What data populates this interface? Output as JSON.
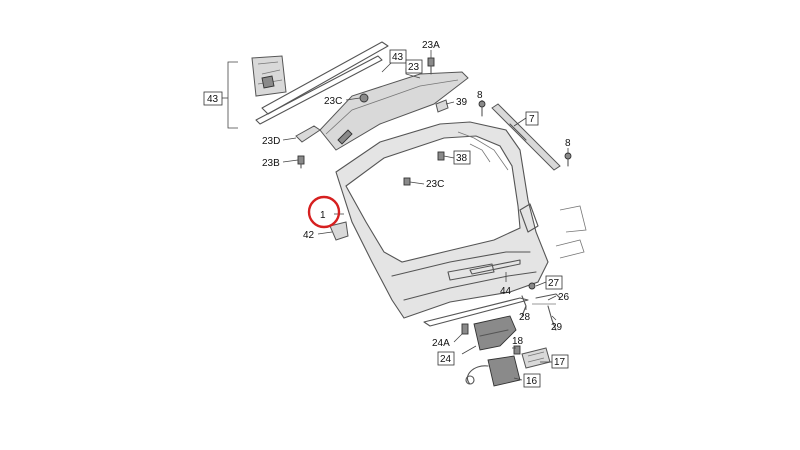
{
  "labels": {
    "l43_top": "43",
    "l23A": "23A",
    "l23": "23",
    "l43_left": "43",
    "l23C_top": "23C",
    "l39": "39",
    "l8_top": "8",
    "l7": "7",
    "l8_right": "8",
    "l23D": "23D",
    "l23B": "23B",
    "l38": "38",
    "l23C_mid": "23C",
    "l1": "1",
    "l42": "42",
    "l27": "27",
    "l44": "44",
    "l26": "26",
    "l28": "28",
    "l29": "29",
    "l24A": "24A",
    "l18": "18",
    "l24": "24",
    "l17": "17",
    "l16": "16"
  },
  "colors": {
    "highlight_circle": "#d62020",
    "body": "#e4e4e4",
    "line": "#555555"
  }
}
